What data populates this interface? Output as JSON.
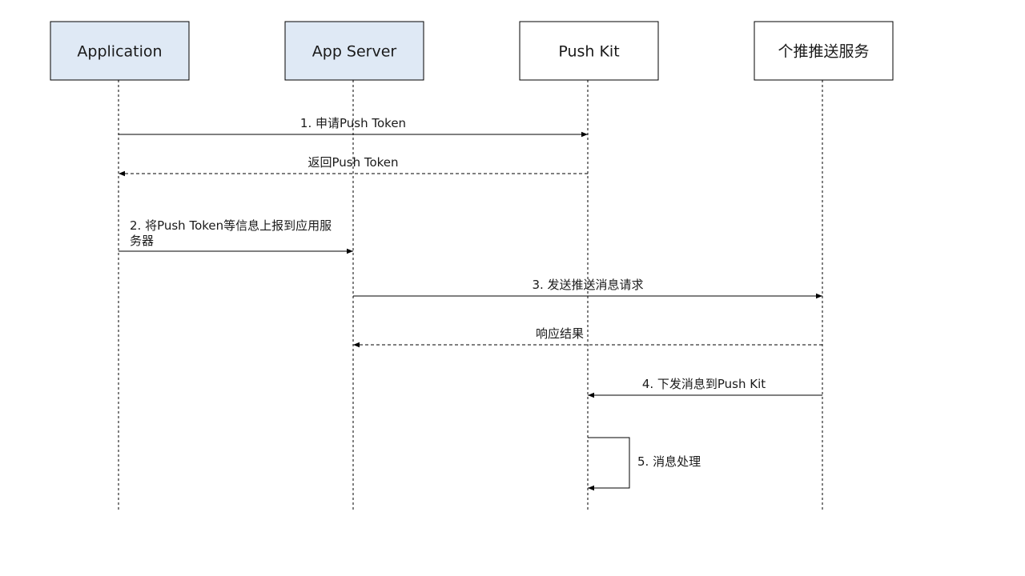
{
  "colors": {
    "actor_highlight_fill": "#dfe9f5",
    "actor_plain_fill": "#ffffff",
    "line": "#000000",
    "text": "#1a1a1a"
  },
  "actors": [
    {
      "id": "application",
      "label": "Application",
      "highlighted": true
    },
    {
      "id": "app-server",
      "label": "App Server",
      "highlighted": true
    },
    {
      "id": "push-kit",
      "label": "Push Kit",
      "highlighted": false
    },
    {
      "id": "getui-service",
      "label": "个推推送服务",
      "highlighted": false
    }
  ],
  "messages": [
    {
      "from": "application",
      "to": "push-kit",
      "style": "solid",
      "label_lines": [
        "1. 申请Push Token"
      ]
    },
    {
      "from": "push-kit",
      "to": "application",
      "style": "dashed",
      "label_lines": [
        "返回Push Token"
      ]
    },
    {
      "from": "application",
      "to": "app-server",
      "style": "solid",
      "label_lines": [
        "2. 将Push Token等信息上报到应用服",
        "务器"
      ]
    },
    {
      "from": "app-server",
      "to": "getui-service",
      "style": "solid",
      "label_lines": [
        "3. 发送推送消息请求"
      ]
    },
    {
      "from": "getui-service",
      "to": "app-server",
      "style": "dashed",
      "label_lines": [
        "响应结果"
      ]
    },
    {
      "from": "getui-service",
      "to": "push-kit",
      "style": "solid",
      "label_lines": [
        "4. 下发消息到Push Kit"
      ]
    },
    {
      "from": "push-kit",
      "to": "push-kit",
      "style": "solid",
      "self": true,
      "label_lines": [
        "5. 消息处理"
      ]
    }
  ]
}
